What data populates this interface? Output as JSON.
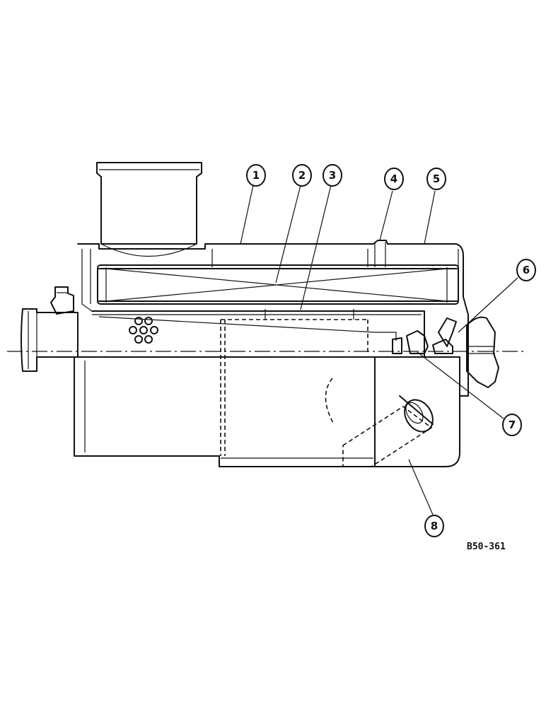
{
  "callouts": [
    "1",
    "2",
    "3",
    "4",
    "5",
    "6",
    "7",
    "8"
  ],
  "figure_reference": "B50-361"
}
